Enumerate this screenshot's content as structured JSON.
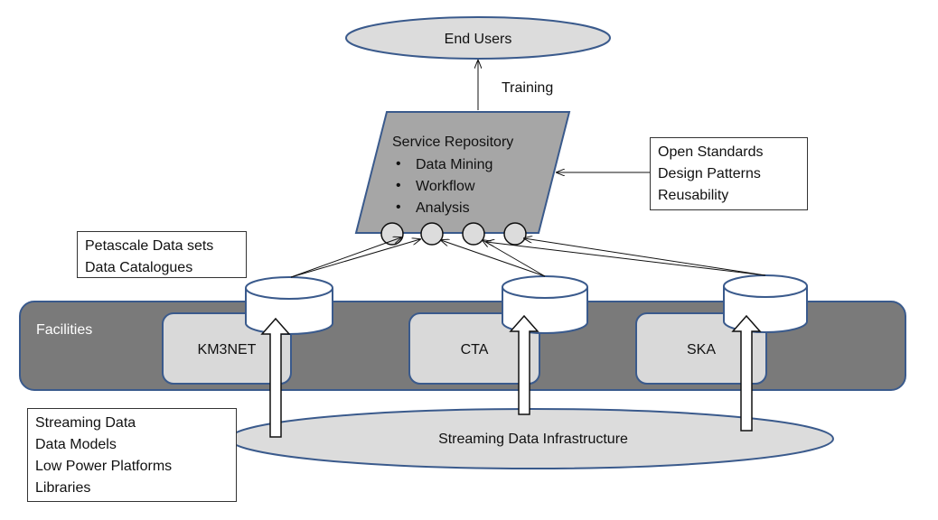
{
  "end_users": "End Users",
  "training": "Training",
  "repository": {
    "title": "Service Repository",
    "bullets": [
      "Data Mining",
      "Workflow",
      "Analysis"
    ],
    "bullet_glyph": "•"
  },
  "standards_box": [
    "Open Standards",
    "Design Patterns",
    "Reusability"
  ],
  "petascale_box": [
    "Petascale Data sets",
    "Data Catalogues"
  ],
  "facilities": {
    "label": "Facilities",
    "items": [
      "KM3NET",
      "CTA",
      "SKA"
    ]
  },
  "streaming_box": [
    "Streaming Data",
    "Data Models",
    "Low Power Platforms",
    "Libraries"
  ],
  "infrastructure": "Streaming Data Infrastructure",
  "colors": {
    "ellipse_fill": "#dcdcdc",
    "ellipse_stroke": "#3a5a8c",
    "repository_fill": "#a6a6a6",
    "facilities_band": "#7a7a7a",
    "facility_box": "#d9d9d9",
    "outline": "#3a5a8c"
  }
}
